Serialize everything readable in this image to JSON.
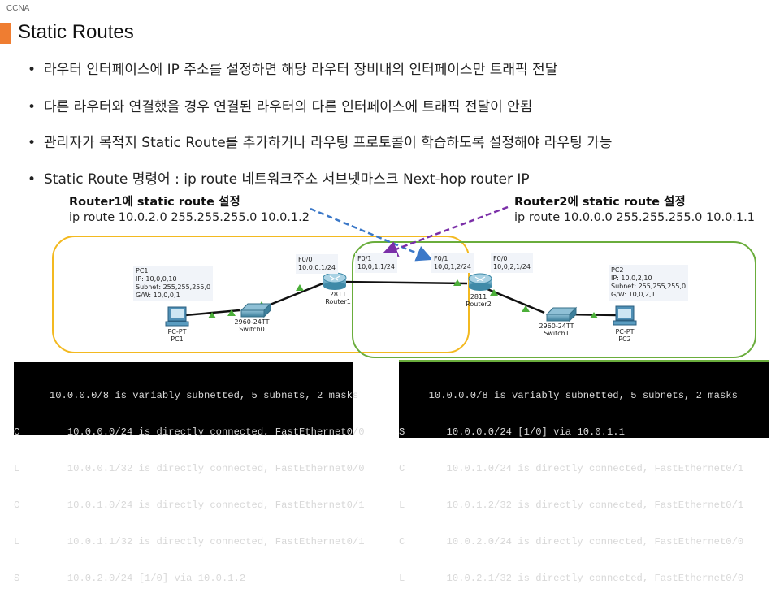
{
  "header": {
    "course": "CCNA",
    "title": "Static Routes",
    "accent_color": "#ef7d31"
  },
  "bullets": [
    "라우터 인터페이스에 IP 주소를 설정하면 해당 라우터 장비내의 인터페이스만 트래픽 전달",
    "다른 라우터와 연결했을 경우 연결된 라우터의 다른 인터페이스에 트래픽 전달이 안됨",
    "관리자가 목적지 Static Route를 추가하거나 라우팅 프로토콜이 학습하도록 설정해야 라우팅 가능",
    "Static Route 명령어 : ip route 네트워크주소 서브넷마스크 Next-hop router IP"
  ],
  "bullet_symbol": "•",
  "router1_config": {
    "heading": "Router1에 static route 설정",
    "command": "ip route 10.0.2.0 255.255.255.0 10.0.1.2",
    "arrow_color": "#3b78c8"
  },
  "router2_config": {
    "heading": "Router2에 static route 설정",
    "command": "ip route 10.0.0.0 255.255.255.0 10.0.1.1",
    "arrow_color": "#7b2fa8"
  },
  "topology": {
    "zone_colors": {
      "router1": "#f3b920",
      "router2": "#6aad3c"
    },
    "pc1": {
      "info": [
        "PC1",
        "IP:  10,0,0,10",
        "Subnet:  255,255,255,0",
        "G/W:  10,0,0,1"
      ],
      "type": "PC-PT",
      "name": "PC1"
    },
    "switch0": {
      "model": "2960-24TT",
      "name": "Switch0"
    },
    "router1": {
      "model": "2811",
      "name": "Router1",
      "f00": [
        "F0/0",
        "10,0,0,1/24"
      ],
      "f01": [
        "F0/1",
        "10,0,1,1/24"
      ]
    },
    "router2": {
      "model": "2811",
      "name": "Router2",
      "f01": [
        "F0/1",
        "10,0,1,2/24"
      ],
      "f00": [
        "F0/0",
        "10,0,2,1/24"
      ]
    },
    "switch1": {
      "model": "2960-24TT",
      "name": "Switch1"
    },
    "pc2": {
      "info": [
        "PC2",
        "IP:  10,0,2,10",
        "Subnet:  255,255,255,0",
        "G/W:  10,0,2,1"
      ],
      "type": "PC-PT",
      "name": "PC2"
    }
  },
  "terminal_router1": [
    "      10.0.0.0/8 is variably subnetted, 5 subnets, 2 masks",
    "C        10.0.0.0/24 is directly connected, FastEthernet0/0",
    "L        10.0.0.1/32 is directly connected, FastEthernet0/0",
    "C        10.0.1.0/24 is directly connected, FastEthernet0/1",
    "L        10.0.1.1/32 is directly connected, FastEthernet0/1",
    "S        10.0.2.0/24 [1/0] via 10.0.1.2"
  ],
  "terminal_router2": [
    "     10.0.0.0/8 is variably subnetted, 5 subnets, 2 masks",
    "S       10.0.0.0/24 [1/0] via 10.0.1.1",
    "C       10.0.1.0/24 is directly connected, FastEthernet0/1",
    "L       10.0.1.2/32 is directly connected, FastEthernet0/1",
    "C       10.0.2.0/24 is directly connected, FastEthernet0/0",
    "L       10.0.2.1/32 is directly connected, FastEthernet0/0"
  ]
}
